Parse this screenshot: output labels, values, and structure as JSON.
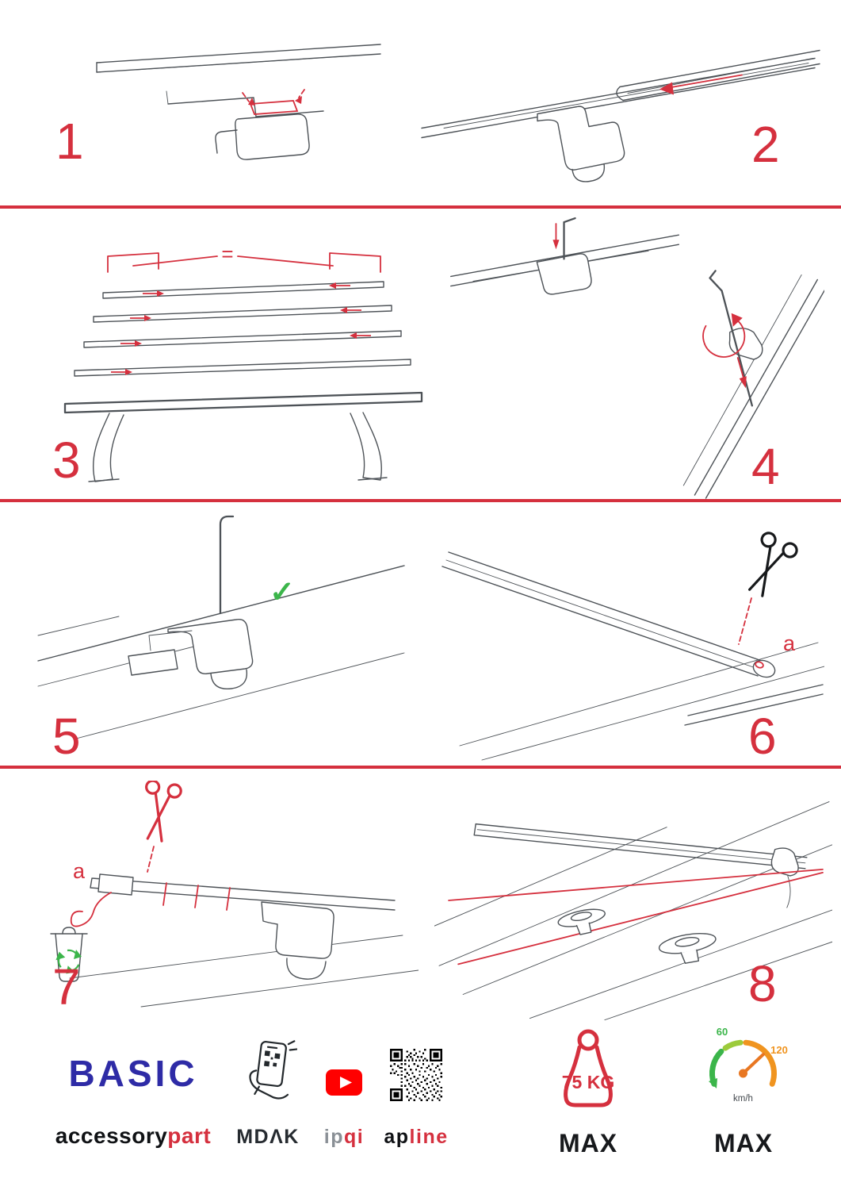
{
  "colors": {
    "red": "#d5303e",
    "blue": "#2e2ba6",
    "green": "#3bb54a",
    "orange": "#f0941f",
    "yt": "#ff0000",
    "ink": "#1d2226",
    "line": "#4d5257",
    "gray": "#8a9096"
  },
  "icons": {
    "check": "✓"
  },
  "steps": [
    {
      "number": "1"
    },
    {
      "number": "2"
    },
    {
      "number": "3"
    },
    {
      "number": "4"
    },
    {
      "number": "5"
    },
    {
      "number": "6"
    },
    {
      "number": "7"
    },
    {
      "number": "8"
    }
  ],
  "annotations": {
    "equal_spacing": "=",
    "cut_label_step6": "a",
    "cut_label_step7": "a"
  },
  "footer": {
    "brand": "BASIC",
    "brand_sub_black": "accessory",
    "brand_sub_red": "part",
    "mdak_label": "MDΛK",
    "ipqi_gray": "ip",
    "ipqi_red": "qi",
    "apline_black": "ap",
    "apline_red": "line",
    "weight_value": "75 KG",
    "weight_max": "MAX",
    "speed_low": "60",
    "speed_high": "120",
    "speed_unit": "km/h",
    "speed_max": "MAX"
  }
}
